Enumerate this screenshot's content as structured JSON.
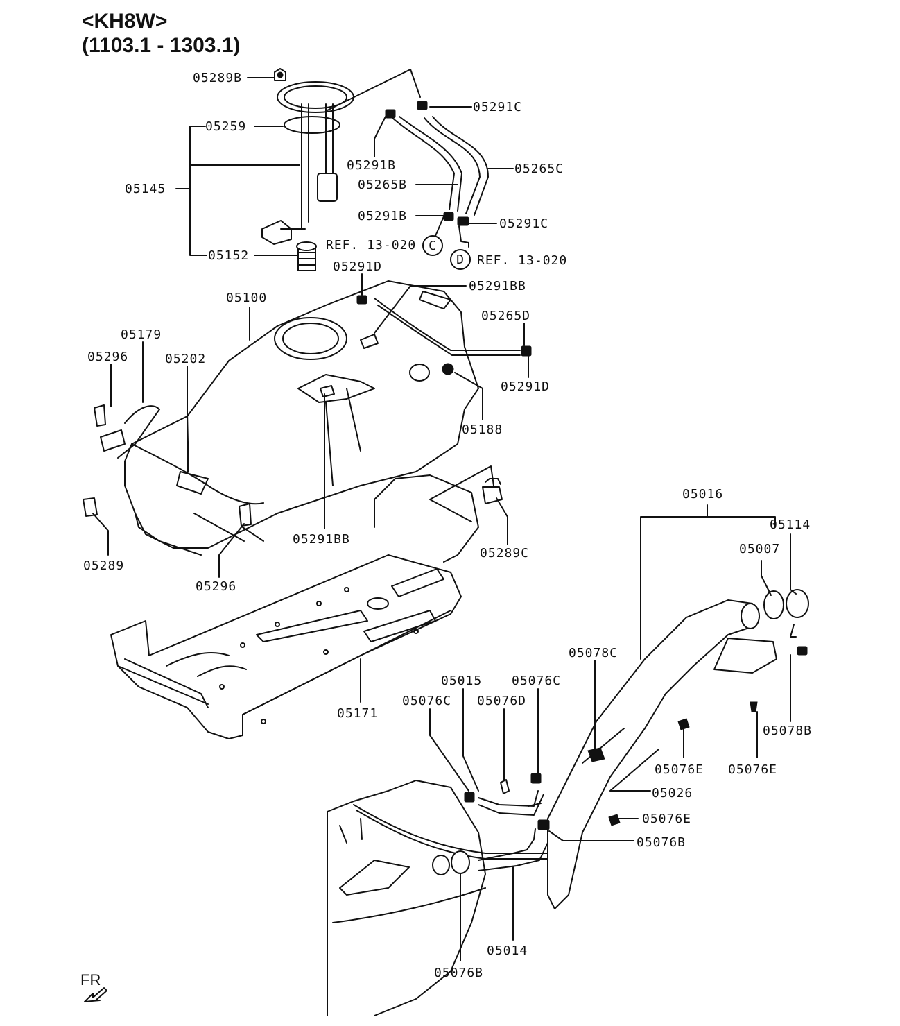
{
  "header": {
    "model": "<KH8W>",
    "date_range": "(1103.1 - 1303.1)"
  },
  "callouts": {
    "p05289B": "05289B",
    "p05259": "05259",
    "p05145": "05145",
    "p05152": "05152",
    "p05291C_top": "05291C",
    "p05291B_top": "05291B",
    "p05265C": "05265C",
    "p05265B": "05265B",
    "p05291B_mid": "05291B",
    "p05291C_mid": "05291C",
    "ref_c": "REF. 13-020",
    "ref_d": "REF. 13-020",
    "circle_c": "C",
    "circle_d": "D",
    "p05291D_top": "05291D",
    "p05291BB_top": "05291BB",
    "p05100": "05100",
    "p05265D": "05265D",
    "p05179": "05179",
    "p05296_top": "05296",
    "p05202": "05202",
    "p05291D_right": "05291D",
    "p05188": "05188",
    "p05289": "05289",
    "p05296_bottom": "05296",
    "p05291BB_bottom": "05291BB",
    "p05289C": "05289C",
    "p05171": "05171",
    "p05016": "05016",
    "p05114": "05114",
    "p05007": "05007",
    "p05078C": "05078C",
    "p05015": "05015",
    "p05076C_right": "05076C",
    "p05076C_left": "05076C",
    "p05076D": "05076D",
    "p05078B": "05078B",
    "p05076E_a": "05076E",
    "p05076E_b": "05076E",
    "p05026": "05026",
    "p05076E_c": "05076E",
    "p05076B_right": "05076B",
    "p05014": "05014",
    "p05076B_bottom": "05076B"
  },
  "orientation": {
    "label": "FR",
    "icon": "front-arrow-icon"
  }
}
